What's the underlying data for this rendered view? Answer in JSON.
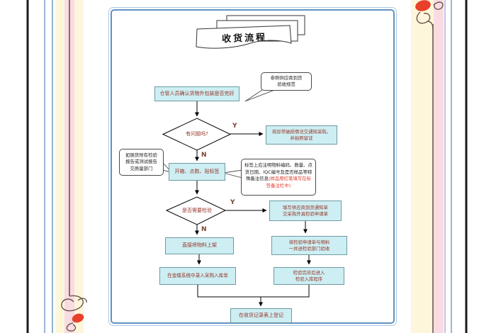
{
  "flowchart": {
    "title": "收货流程",
    "labels": {
      "yes": "Y",
      "no": "N"
    },
    "nodes": {
      "confirm_packaging": {
        "text": "仓管人员确认货物外包装是否完好"
      },
      "spec_callout": {
        "lines": [
          "参照供应商到货",
          "验收规范"
        ]
      },
      "q1": {
        "text": "有问题吗?"
      },
      "notify_purchasing": {
        "lines": [
          "将异常破损情况交通知采购，",
          "并拍照留证"
        ]
      },
      "unpack": {
        "text": "开箱、点数、贴标签"
      },
      "report_callout": {
        "lines": [
          "如随货附有检验",
          "报告或测试报告",
          "交质量部门"
        ]
      },
      "label_callout": {
        "text_black": "标签上应注明物料编码、数量、点货日期、IQC编号及是否样品等特殊备注信息",
        "text_red": "(样品用红笔填写在标签备注栏中)"
      },
      "q2": {
        "text": "是否需要检验"
      },
      "fill_notice": {
        "lines": [
          "填写供应商到货通知单",
          "交采购开具检验申请单"
        ]
      },
      "shelve": {
        "text": "直接将物料上架"
      },
      "kingdee": {
        "text": "在金蝶系统中录入采购入库单"
      },
      "send_inspect": {
        "lines": [
          "将检验申请单与物料",
          "一并送检验部门验收"
        ]
      },
      "inspect_store": {
        "lines": [
          "检验完毕后进入",
          "检验入库程序"
        ]
      },
      "register": {
        "text": "在收货记录表上登记"
      }
    },
    "colors": {
      "process_fill": "#cdeef2",
      "process_border": "#6e9aa3",
      "process_text": "#96352a",
      "note_red": "#e03a2a",
      "frame_blue": "#6292c2",
      "doodle_red": "#e8402a"
    }
  }
}
